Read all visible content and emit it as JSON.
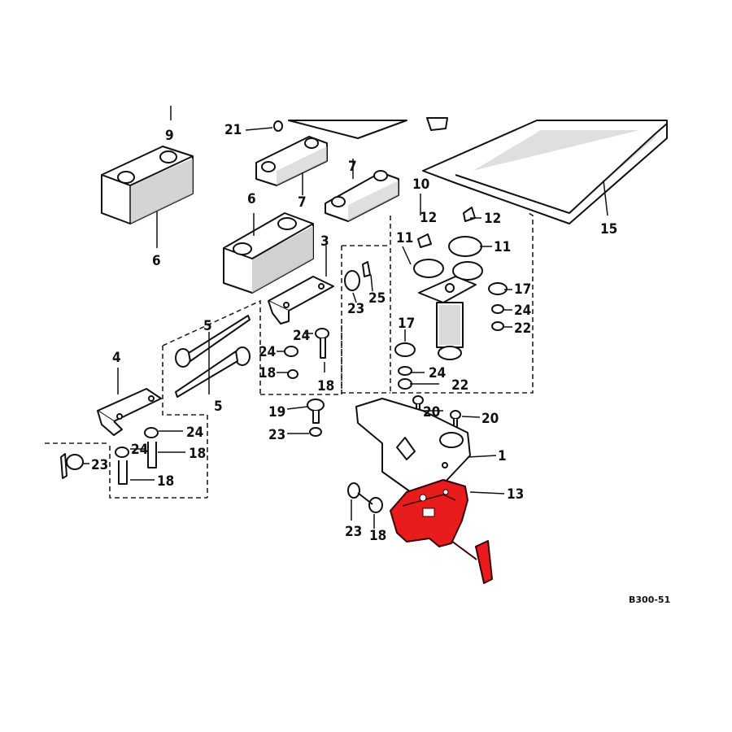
{
  "callouts": {
    "c9": "9",
    "c21": "21",
    "c7a": "7",
    "c7b": "7",
    "c10": "10",
    "c15": "15",
    "c6a": "6",
    "c6b": "6",
    "c3": "3",
    "c12a": "12",
    "c12b": "12",
    "c11a": "11",
    "c11b": "11",
    "c23a": "23",
    "c25": "25",
    "c17a": "17",
    "c24a": "24",
    "c22a": "22",
    "c5a": "5",
    "c5b": "5",
    "c24b": "24",
    "c18a": "18",
    "c18b": "18",
    "c17b": "17",
    "c24c": "24",
    "c22b": "22",
    "c4": "4",
    "c19": "19",
    "c20a": "20",
    "c20b": "20",
    "c23b": "23",
    "c24d": "24",
    "c24e": "24",
    "c18c": "18",
    "c1": "1",
    "c23c": "23",
    "c18d": "18",
    "c13": "13",
    "c23d": "23",
    "c18e": "18"
  },
  "diagram_code": "B300-51",
  "highlight": {
    "part": "13",
    "color": "#e81c1c"
  }
}
